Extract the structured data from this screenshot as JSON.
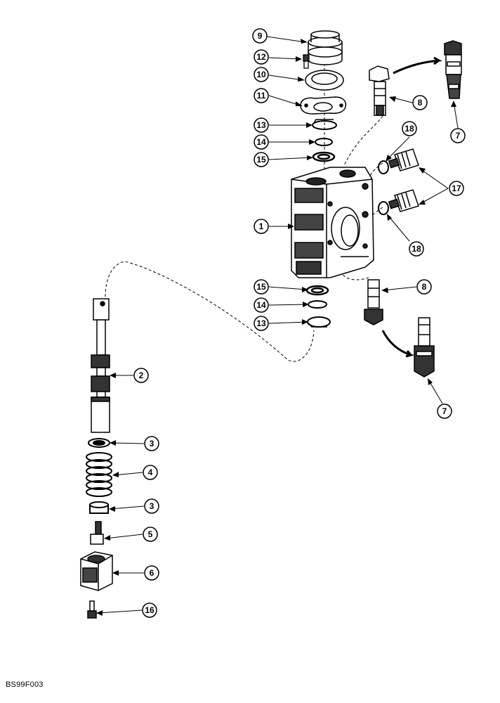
{
  "figure": {
    "code": "BS99F003"
  },
  "callouts": [
    {
      "id": "c9",
      "label": "9"
    },
    {
      "id": "c12",
      "label": "12"
    },
    {
      "id": "c10",
      "label": "10"
    },
    {
      "id": "c11",
      "label": "11"
    },
    {
      "id": "c13a",
      "label": "13"
    },
    {
      "id": "c14a",
      "label": "14"
    },
    {
      "id": "c15a",
      "label": "15"
    },
    {
      "id": "c1",
      "label": "1"
    },
    {
      "id": "c8a",
      "label": "8"
    },
    {
      "id": "c7a",
      "label": "7"
    },
    {
      "id": "c18a",
      "label": "18"
    },
    {
      "id": "c17",
      "label": "17"
    },
    {
      "id": "c18b",
      "label": "18"
    },
    {
      "id": "c15b",
      "label": "15"
    },
    {
      "id": "c14b",
      "label": "14"
    },
    {
      "id": "c13b",
      "label": "13"
    },
    {
      "id": "c8b",
      "label": "8"
    },
    {
      "id": "c7b",
      "label": "7"
    },
    {
      "id": "c2",
      "label": "2"
    },
    {
      "id": "c3a",
      "label": "3"
    },
    {
      "id": "c4",
      "label": "4"
    },
    {
      "id": "c3b",
      "label": "3"
    },
    {
      "id": "c5",
      "label": "5"
    },
    {
      "id": "c6",
      "label": "6"
    },
    {
      "id": "c16",
      "label": "16"
    }
  ]
}
